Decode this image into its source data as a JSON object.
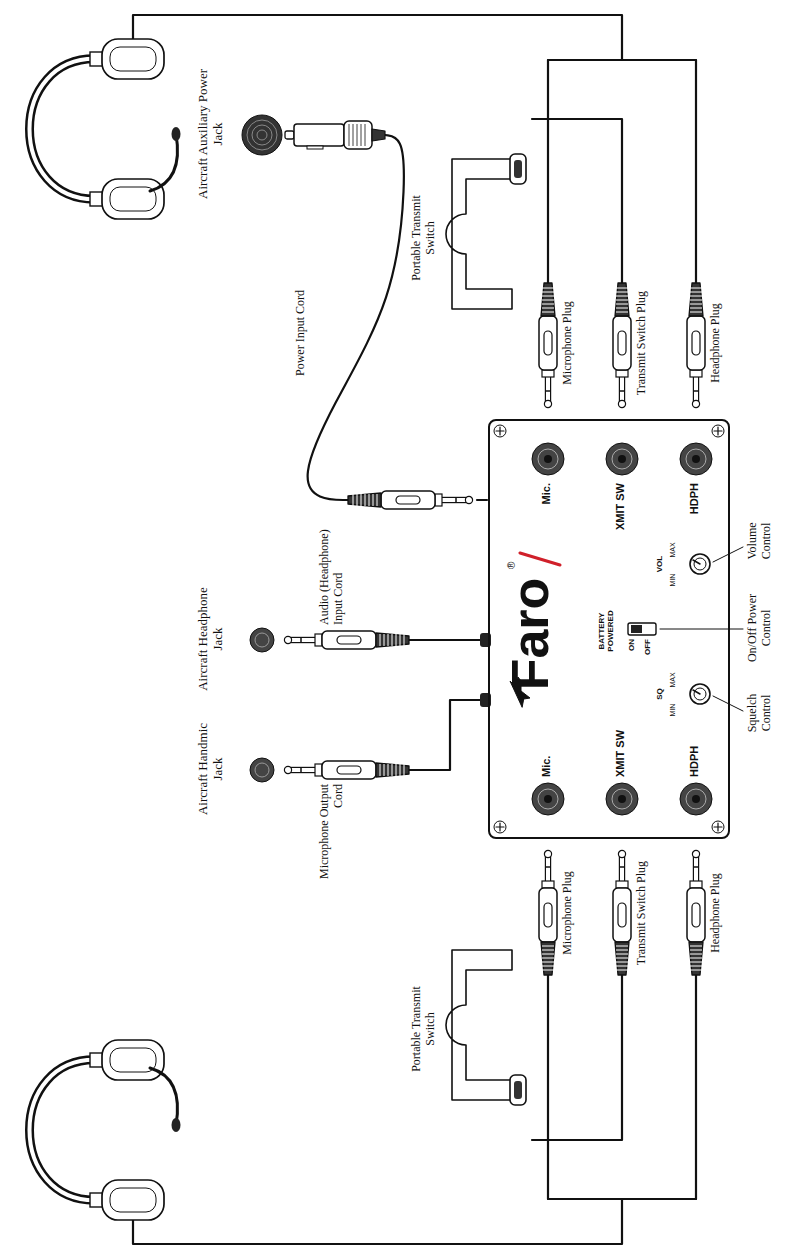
{
  "diagram": {
    "nodes": [
      {
        "text": [
          "Faro",
          "®",
          "Mic.",
          "XMIT SW",
          "HDPH",
          "Mic.",
          "XMIT SW",
          "HDPH",
          "BATTERY POWERED",
          "ON",
          "OFF",
          "SQ",
          "MIN",
          "MAX",
          "VOL",
          "MIN",
          "MAX"
        ]
      }
    ],
    "labels": [
      "Aircraft Auxiliary Power Jack",
      "Power Input Cord",
      "Portable Transmit Switch",
      "Microphone Plug",
      "Transmit Switch Plug",
      "Headphone Plug",
      "Aircraft Headphone Jack",
      "Audio (Headphone) Input Cord",
      "Aircraft Handmic Jack",
      "Microphone Output Cord",
      "Volume Control",
      "On/Off Power Control",
      "Squelch Control",
      "Portable Transmit Switch",
      "Microphone Plug",
      "Transmit Switch Plug",
      "Headphone Plug"
    ]
  }
}
